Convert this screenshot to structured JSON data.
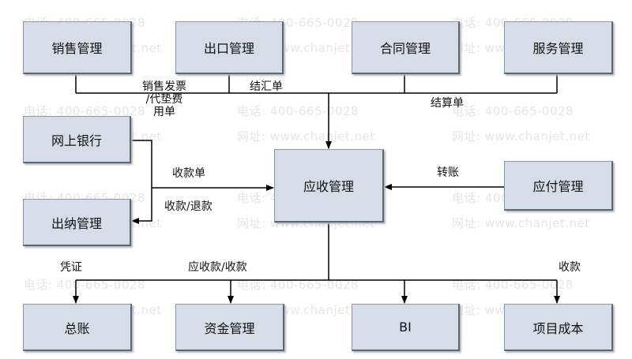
{
  "watermarks": {
    "phone": "电话: 400-665-0028",
    "site": "网址: www.chanjet.net"
  },
  "boxes": {
    "sales_mgmt": "销售管理",
    "export_mgmt": "出口管理",
    "contract_mgmt": "合同管理",
    "service_mgmt": "服务管理",
    "online_bank": "网上银行",
    "cashier_mgmt": "出纳管理",
    "ar_mgmt": "应收管理",
    "ap_mgmt": "应付管理",
    "general_ledger": "总账",
    "fund_mgmt": "资金管理",
    "bi": "BI",
    "project_cost": "项目成本"
  },
  "labels": {
    "sales_invoice_line1": "销售发票",
    "sales_invoice_line2": "/代垫费",
    "sales_invoice_line3": "用单",
    "settlement_form": "结汇单",
    "statement_form": "结算单",
    "receipt_form": "收款单",
    "receipt_refund": "收款/退款",
    "transfer": "转账",
    "voucher": "凭证",
    "receivable_receipt": "应收款/收款",
    "receipt": "收款"
  }
}
